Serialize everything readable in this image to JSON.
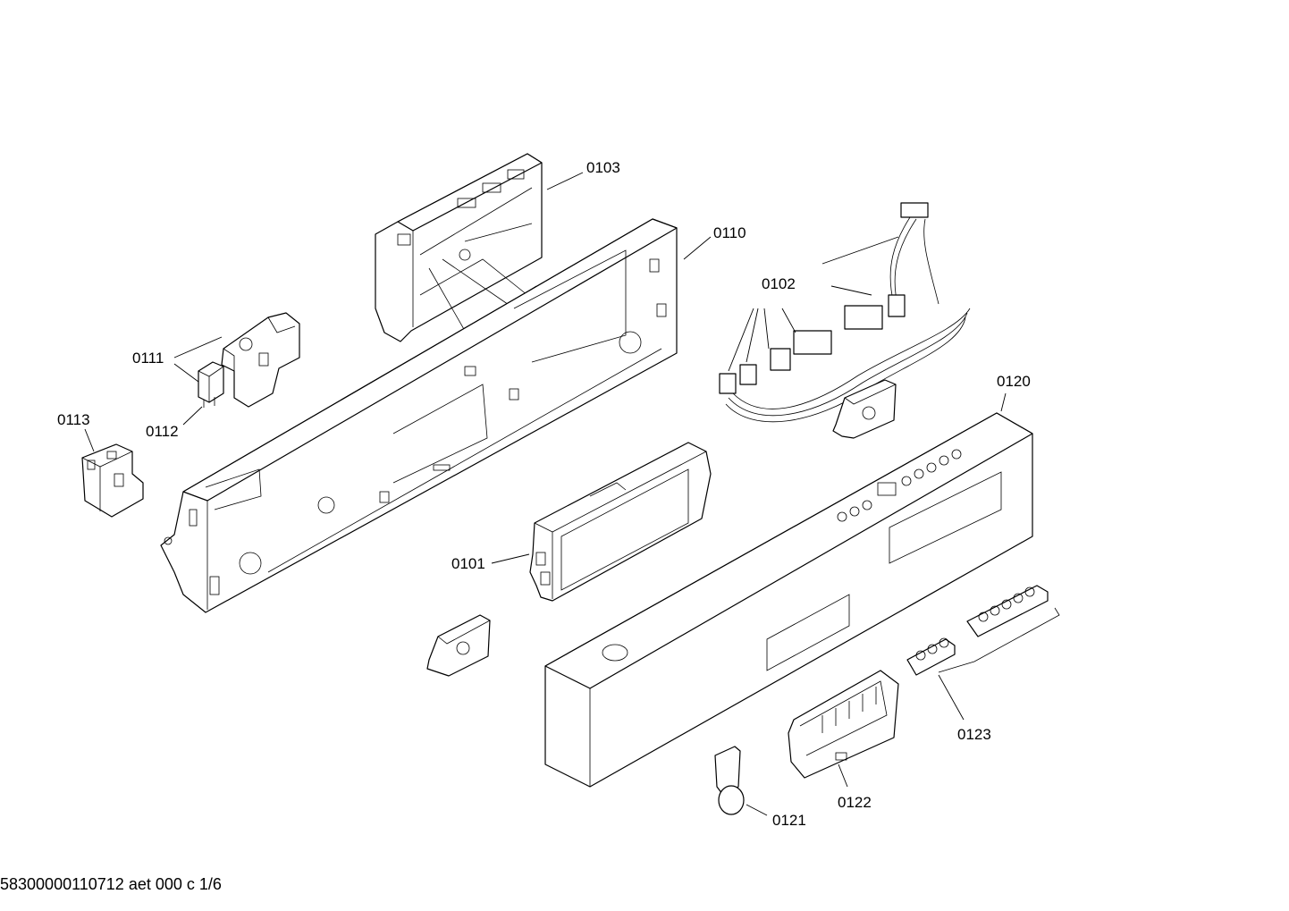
{
  "labels": {
    "p0101": "0101",
    "p0102": "0102",
    "p0103": "0103",
    "p0110": "0110",
    "p0111": "0111",
    "p0112": "0112",
    "p0113": "0113",
    "p0120": "0120",
    "p0121": "0121",
    "p0122": "0122",
    "p0123": "0123"
  },
  "footer": "58300000110712 aet 000 c 1/6"
}
